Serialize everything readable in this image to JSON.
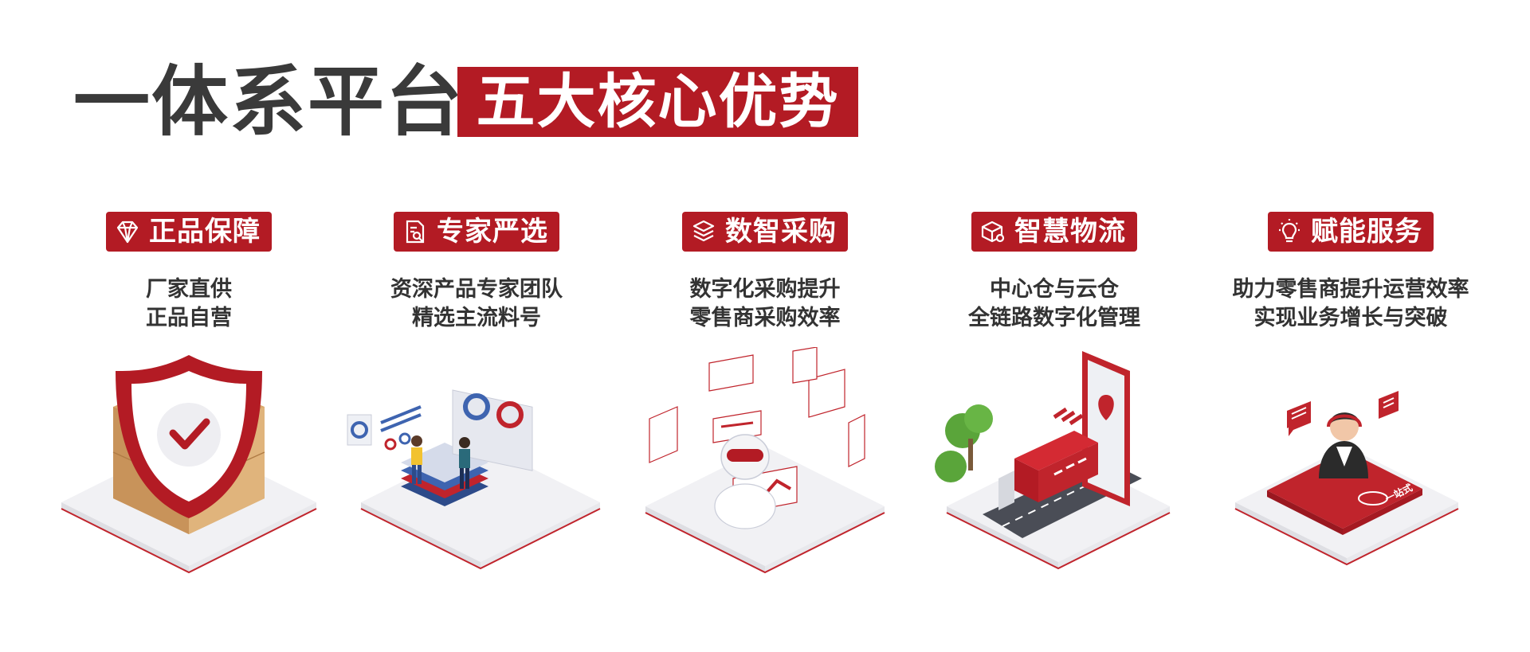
{
  "header": {
    "title": "一体系平台",
    "tag": "五大核心优势"
  },
  "colors": {
    "brand_red": "#b31b24",
    "title_gray": "#3a3a3a",
    "text_dark": "#333333"
  },
  "features": [
    {
      "label": "正品保障",
      "icon": "diamond-icon",
      "desc_line1": "厂家直供",
      "desc_line2": "正品自营"
    },
    {
      "label": "专家严选",
      "icon": "document-search-icon",
      "desc_line1": "资深产品专家团队",
      "desc_line2": "精选主流料号"
    },
    {
      "label": "数智采购",
      "icon": "stacked-data-icon",
      "desc_line1": "数字化采购提升",
      "desc_line2": "零售商采购效率"
    },
    {
      "label": "智慧物流",
      "icon": "package-icon",
      "desc_line1": "中心仓与云仓",
      "desc_line2": "全链路数字化管理"
    },
    {
      "label": "赋能服务",
      "icon": "lightbulb-icon",
      "desc_line1": "助力零售商提升运营效率",
      "desc_line2": "实现业务增长与突破"
    }
  ],
  "illustrations": [
    "shield-check-on-boxes",
    "experts-with-dashboards",
    "robot-with-floating-screens",
    "phone-truck-logistics",
    "customer-service-agent"
  ],
  "logo_text": "一站式"
}
